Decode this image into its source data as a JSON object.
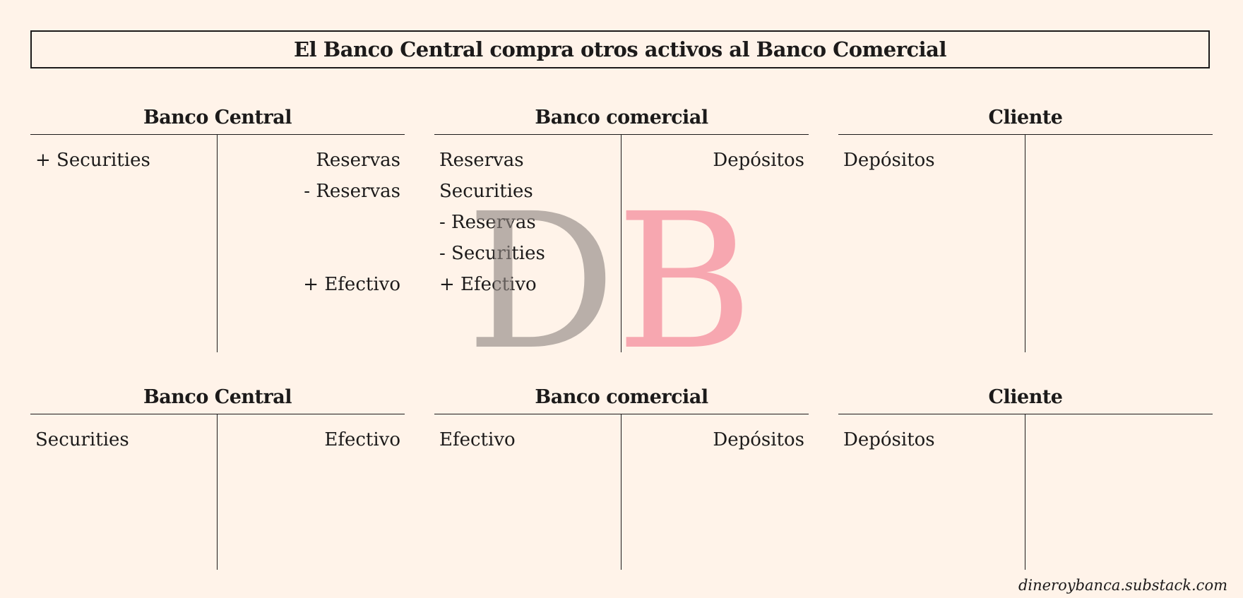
{
  "title": "El Banco Central compra otros activos al Banco Comercial",
  "top_row": [
    {
      "name": "Banco Central",
      "left": [
        "+ Securities"
      ],
      "right": [
        "Reservas",
        "- Reservas",
        "",
        "",
        "+ Efectivo"
      ]
    },
    {
      "name": "Banco comercial",
      "left": [
        "Reservas",
        "Securities",
        "- Reservas",
        "- Securities",
        "+ Efectivo"
      ],
      "right": [
        "Depósitos"
      ]
    },
    {
      "name": "Cliente",
      "left": [
        "Depósitos"
      ],
      "right": []
    }
  ],
  "bottom_row": [
    {
      "name": "Banco Central",
      "left": [
        "Securities"
      ],
      "right": [
        "Efectivo"
      ]
    },
    {
      "name": "Banco comercial",
      "left": [
        "Efectivo"
      ],
      "right": [
        "Depósitos"
      ]
    },
    {
      "name": "Cliente",
      "left": [
        "Depósitos"
      ],
      "right": []
    }
  ],
  "watermark": {
    "letter_1": "D",
    "letter_2": "B",
    "color_1": "#8f8682",
    "color_2": "#f48a9b"
  },
  "footer": "dineroybanca.substack.com"
}
